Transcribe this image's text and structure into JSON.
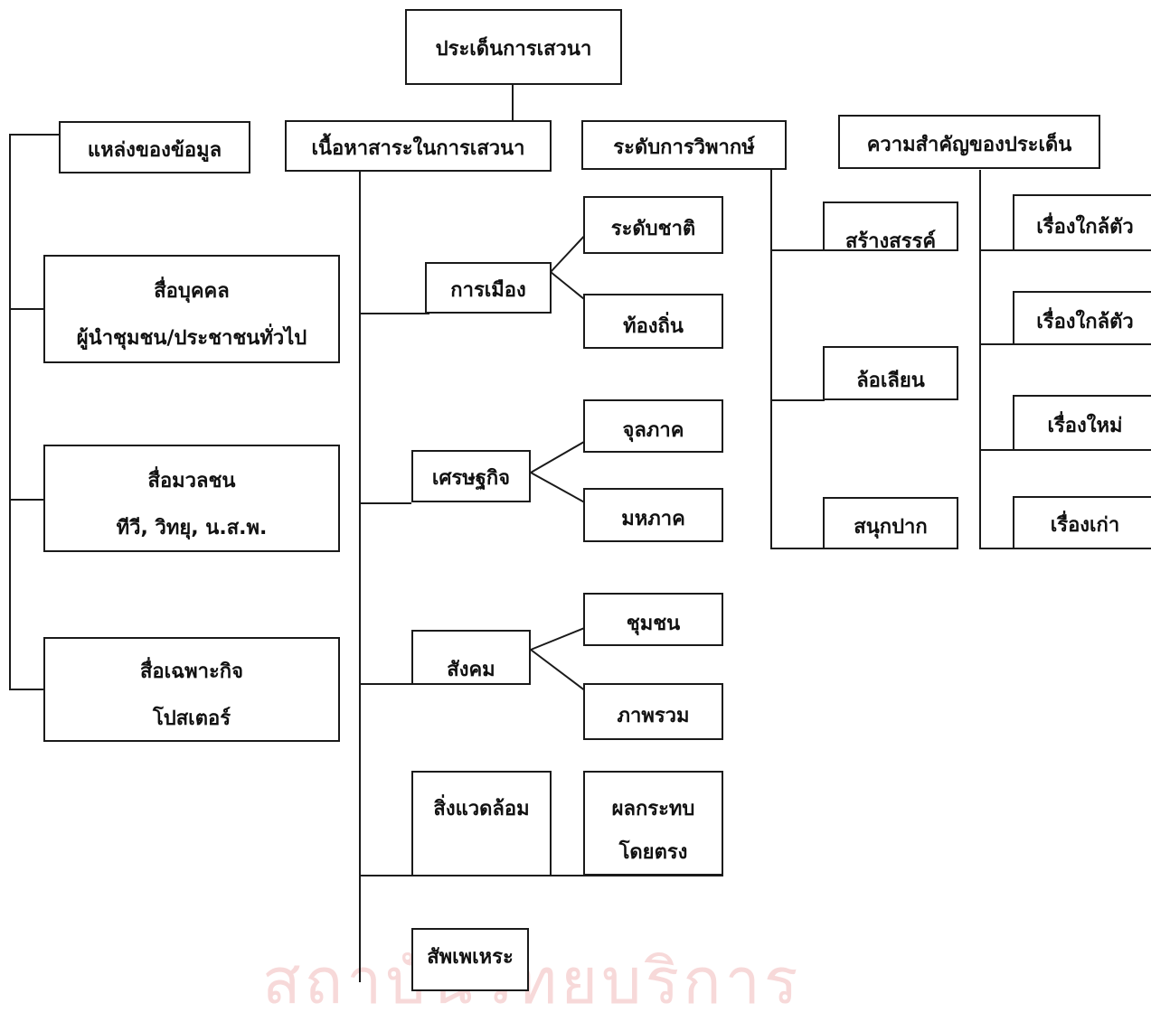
{
  "root": {
    "label": "ประเด็นการเสวนา"
  },
  "sources": {
    "header": "แหล่งของข้อมูล",
    "items": [
      {
        "title": "สื่อบุคคล",
        "sub": "ผู้นำชุมชน/ประชาชนทั่วไป"
      },
      {
        "title": "สื่อมวลชน",
        "sub": "ทีวี, วิทยุ, น.ส.พ."
      },
      {
        "title": "สื่อเฉพาะกิจ",
        "sub": "โปสเตอร์"
      }
    ]
  },
  "content": {
    "header": "เนื้อหาสาระในการเสวนา",
    "politics": {
      "label": "การเมือง",
      "a": "ระดับชาติ",
      "b": "ท้องถิ่น"
    },
    "economy": {
      "label": "เศรษฐกิจ",
      "a": "จุลภาค",
      "b": "มหภาค"
    },
    "society": {
      "label": "สังคม",
      "a": "ชุมชน",
      "b": "ภาพรวม"
    },
    "environment": {
      "label": "สิ่งแวดล้อม",
      "impact_1": "ผลกระทบ",
      "impact_2": "โดยตรง"
    },
    "misc": {
      "label": "สัพเพเหระ"
    }
  },
  "criticism": {
    "header": "ระดับการวิพากษ์",
    "items": [
      "สร้างสรรค์",
      "ล้อเลียน",
      "สนุกปาก"
    ]
  },
  "importance": {
    "header": "ความสำคัญของประเด็น",
    "items": [
      "เรื่องใกล้ตัว",
      "เรื่องใกล้ตัว",
      "เรื่องใหม่",
      "เรื่องเก่า"
    ]
  },
  "watermark": "สถาบันวิทยบริการ"
}
